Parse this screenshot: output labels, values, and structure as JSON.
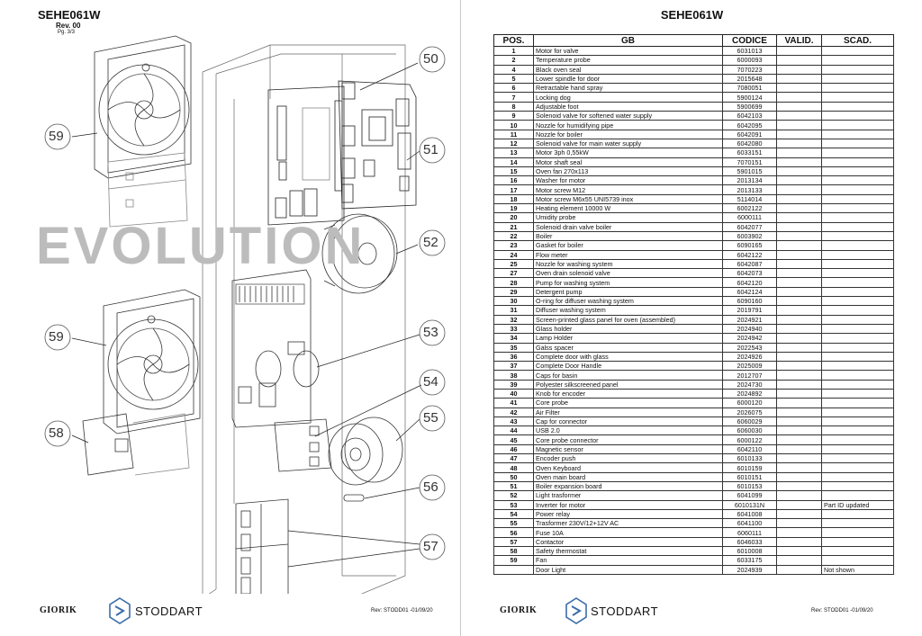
{
  "left_page": {
    "code": "SEHE061W",
    "rev": "Rev. 00",
    "page": "Pg. 3/3",
    "watermark": "EVOLUTION",
    "callouts": [
      "50",
      "51",
      "52",
      "53",
      "54",
      "55",
      "56",
      "57",
      "58",
      "59",
      "59"
    ],
    "footer": {
      "brand1": "GIORIK",
      "brand2": "STODDART",
      "rev": "Rev: STODD01 -01/09/20"
    }
  },
  "right_page": {
    "title": "SEHE061W",
    "headers": {
      "pos": "POS.",
      "gb": "GB",
      "codice": "CODICE",
      "valid": "VALID.",
      "scad": "SCAD."
    },
    "footer": {
      "brand1": "GIORIK",
      "brand2": "STODDART",
      "rev": "Rev: STODD01 -01/09/20"
    }
  },
  "parts": [
    {
      "pos": "1",
      "gb": "Motor for valve",
      "code": "6031013",
      "scad": ""
    },
    {
      "pos": "2",
      "gb": "Temperature probe",
      "code": "6000093",
      "scad": ""
    },
    {
      "pos": "4",
      "gb": "Black oven seal",
      "code": "7070223",
      "scad": ""
    },
    {
      "pos": "5",
      "gb": "Lower spindle for door",
      "code": "2015648",
      "scad": ""
    },
    {
      "pos": "6",
      "gb": "Retractable hand spray",
      "code": "7080051",
      "scad": ""
    },
    {
      "pos": "7",
      "gb": "Locking dog",
      "code": "5900124",
      "scad": ""
    },
    {
      "pos": "8",
      "gb": "Adjustable foot",
      "code": "5900699",
      "scad": ""
    },
    {
      "pos": "9",
      "gb": "Solenoid valve for softened water supply",
      "code": "6042103",
      "scad": ""
    },
    {
      "pos": "10",
      "gb": "Nozzle for humidifying pipe",
      "code": "6042095",
      "scad": ""
    },
    {
      "pos": "11",
      "gb": "Nozzle for boiler",
      "code": "6042091",
      "scad": ""
    },
    {
      "pos": "12",
      "gb": "Solenoid valve for main water supply",
      "code": "6042080",
      "scad": ""
    },
    {
      "pos": "13",
      "gb": "Motor 3ph  0,55kW",
      "code": "6033151",
      "scad": ""
    },
    {
      "pos": "14",
      "gb": "Motor shaft seal",
      "code": "7070151",
      "scad": ""
    },
    {
      "pos": "15",
      "gb": "Oven fan 270x113",
      "code": "5901015",
      "scad": ""
    },
    {
      "pos": "16",
      "gb": "Washer for motor",
      "code": "2013134",
      "scad": ""
    },
    {
      "pos": "17",
      "gb": "Motor screw M12",
      "code": "2013133",
      "scad": ""
    },
    {
      "pos": "18",
      "gb": "Motor screw M6x55 UNI5739 inox",
      "code": "5114014",
      "scad": ""
    },
    {
      "pos": "19",
      "gb": "Heating element 10000 W",
      "code": "6002122",
      "scad": ""
    },
    {
      "pos": "20",
      "gb": "Umidity probe",
      "code": "6000111",
      "scad": ""
    },
    {
      "pos": "21",
      "gb": "Solenoid drain valve boiler",
      "code": "6042077",
      "scad": ""
    },
    {
      "pos": "22",
      "gb": "Boiler",
      "code": "6003902",
      "scad": ""
    },
    {
      "pos": "23",
      "gb": "Gasket for boiler",
      "code": "6090165",
      "scad": ""
    },
    {
      "pos": "24",
      "gb": "Flow meter",
      "code": "6042122",
      "scad": ""
    },
    {
      "pos": "25",
      "gb": "Nozzle for washing system",
      "code": "6042087",
      "scad": ""
    },
    {
      "pos": "27",
      "gb": "Oven drain solenoid valve",
      "code": "6042073",
      "scad": ""
    },
    {
      "pos": "28",
      "gb": "Pump for washing system",
      "code": "6042120",
      "scad": ""
    },
    {
      "pos": "29",
      "gb": "Detergent pump",
      "code": "6042124",
      "scad": ""
    },
    {
      "pos": "30",
      "gb": "O-ring for diffuser washing system",
      "code": "6090160",
      "scad": ""
    },
    {
      "pos": "31",
      "gb": "Diffuser washing system",
      "code": "2019791",
      "scad": ""
    },
    {
      "pos": "32",
      "gb": "Screen-printed glass panel for oven (assembled)",
      "code": "2024921",
      "scad": ""
    },
    {
      "pos": "33",
      "gb": "Glass holder",
      "code": "2024940",
      "scad": ""
    },
    {
      "pos": "34",
      "gb": "Lamp Holder",
      "code": "2024942",
      "scad": ""
    },
    {
      "pos": "35",
      "gb": "Galss spacer",
      "code": "2022543",
      "scad": ""
    },
    {
      "pos": "36",
      "gb": "Complete door with glass",
      "code": "2024926",
      "scad": ""
    },
    {
      "pos": "37",
      "gb": "Complete Door Handle",
      "code": "2025009",
      "scad": ""
    },
    {
      "pos": "38",
      "gb": "Caps for basin",
      "code": "2012707",
      "scad": ""
    },
    {
      "pos": "39",
      "gb": "Polyester silkscreened panel",
      "code": "2024730",
      "scad": ""
    },
    {
      "pos": "40",
      "gb": "Knob for encoder",
      "code": "2024892",
      "scad": ""
    },
    {
      "pos": "41",
      "gb": "Core probe",
      "code": "6000120",
      "scad": ""
    },
    {
      "pos": "42",
      "gb": "Air Filter",
      "code": "2026075",
      "scad": ""
    },
    {
      "pos": "43",
      "gb": "Cap for connector",
      "code": "6060029",
      "scad": ""
    },
    {
      "pos": "44",
      "gb": "USB 2.0",
      "code": "6060030",
      "scad": ""
    },
    {
      "pos": "45",
      "gb": "Core probe connector",
      "code": "6000122",
      "scad": ""
    },
    {
      "pos": "46",
      "gb": "Magnetic sensor",
      "code": "6042110",
      "scad": ""
    },
    {
      "pos": "47",
      "gb": "Encoder push",
      "code": "6010133",
      "scad": ""
    },
    {
      "pos": "48",
      "gb": "Oven Keyboard",
      "code": "6010159",
      "scad": ""
    },
    {
      "pos": "50",
      "gb": "Oven main board",
      "code": "6010151",
      "scad": ""
    },
    {
      "pos": "51",
      "gb": "Boiler expansion board",
      "code": "6010153",
      "scad": ""
    },
    {
      "pos": "52",
      "gb": "Light trasformer",
      "code": "6041099",
      "scad": ""
    },
    {
      "pos": "53",
      "gb": "Inverter for motor",
      "code": "6010131N",
      "scad": "Part ID updated"
    },
    {
      "pos": "54",
      "gb": "Power relay",
      "code": "6041008",
      "scad": ""
    },
    {
      "pos": "55",
      "gb": "Trasformer 230V/12+12V AC",
      "code": "6041100",
      "scad": ""
    },
    {
      "pos": "56",
      "gb": "Fuse 10A",
      "code": "6060111",
      "scad": ""
    },
    {
      "pos": "57",
      "gb": "Contactor",
      "code": "6046033",
      "scad": ""
    },
    {
      "pos": "58",
      "gb": "Safety thermostat",
      "code": "6010008",
      "scad": ""
    },
    {
      "pos": "59",
      "gb": "Fan",
      "code": "6033175",
      "scad": ""
    },
    {
      "pos": "",
      "gb": "Door Light",
      "code": "2024939",
      "scad": "Not shown"
    }
  ]
}
